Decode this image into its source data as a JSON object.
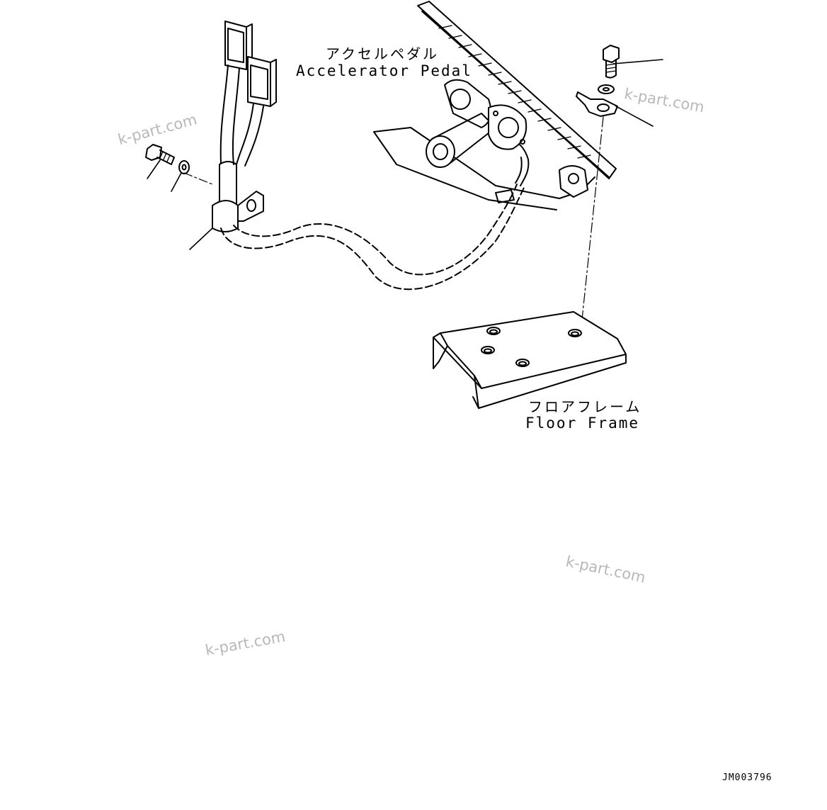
{
  "labels": {
    "accelerator_pedal_jp": "アクセルペダル",
    "accelerator_pedal_en": "Accelerator Pedal",
    "floor_frame_jp": "フロアフレーム",
    "floor_frame_en": "Floor Frame"
  },
  "watermark": "k-part.com",
  "drawing_code": "JM003796",
  "colors": {
    "line": "#000000",
    "watermark": "#b8b8b8",
    "background": "#ffffff"
  }
}
